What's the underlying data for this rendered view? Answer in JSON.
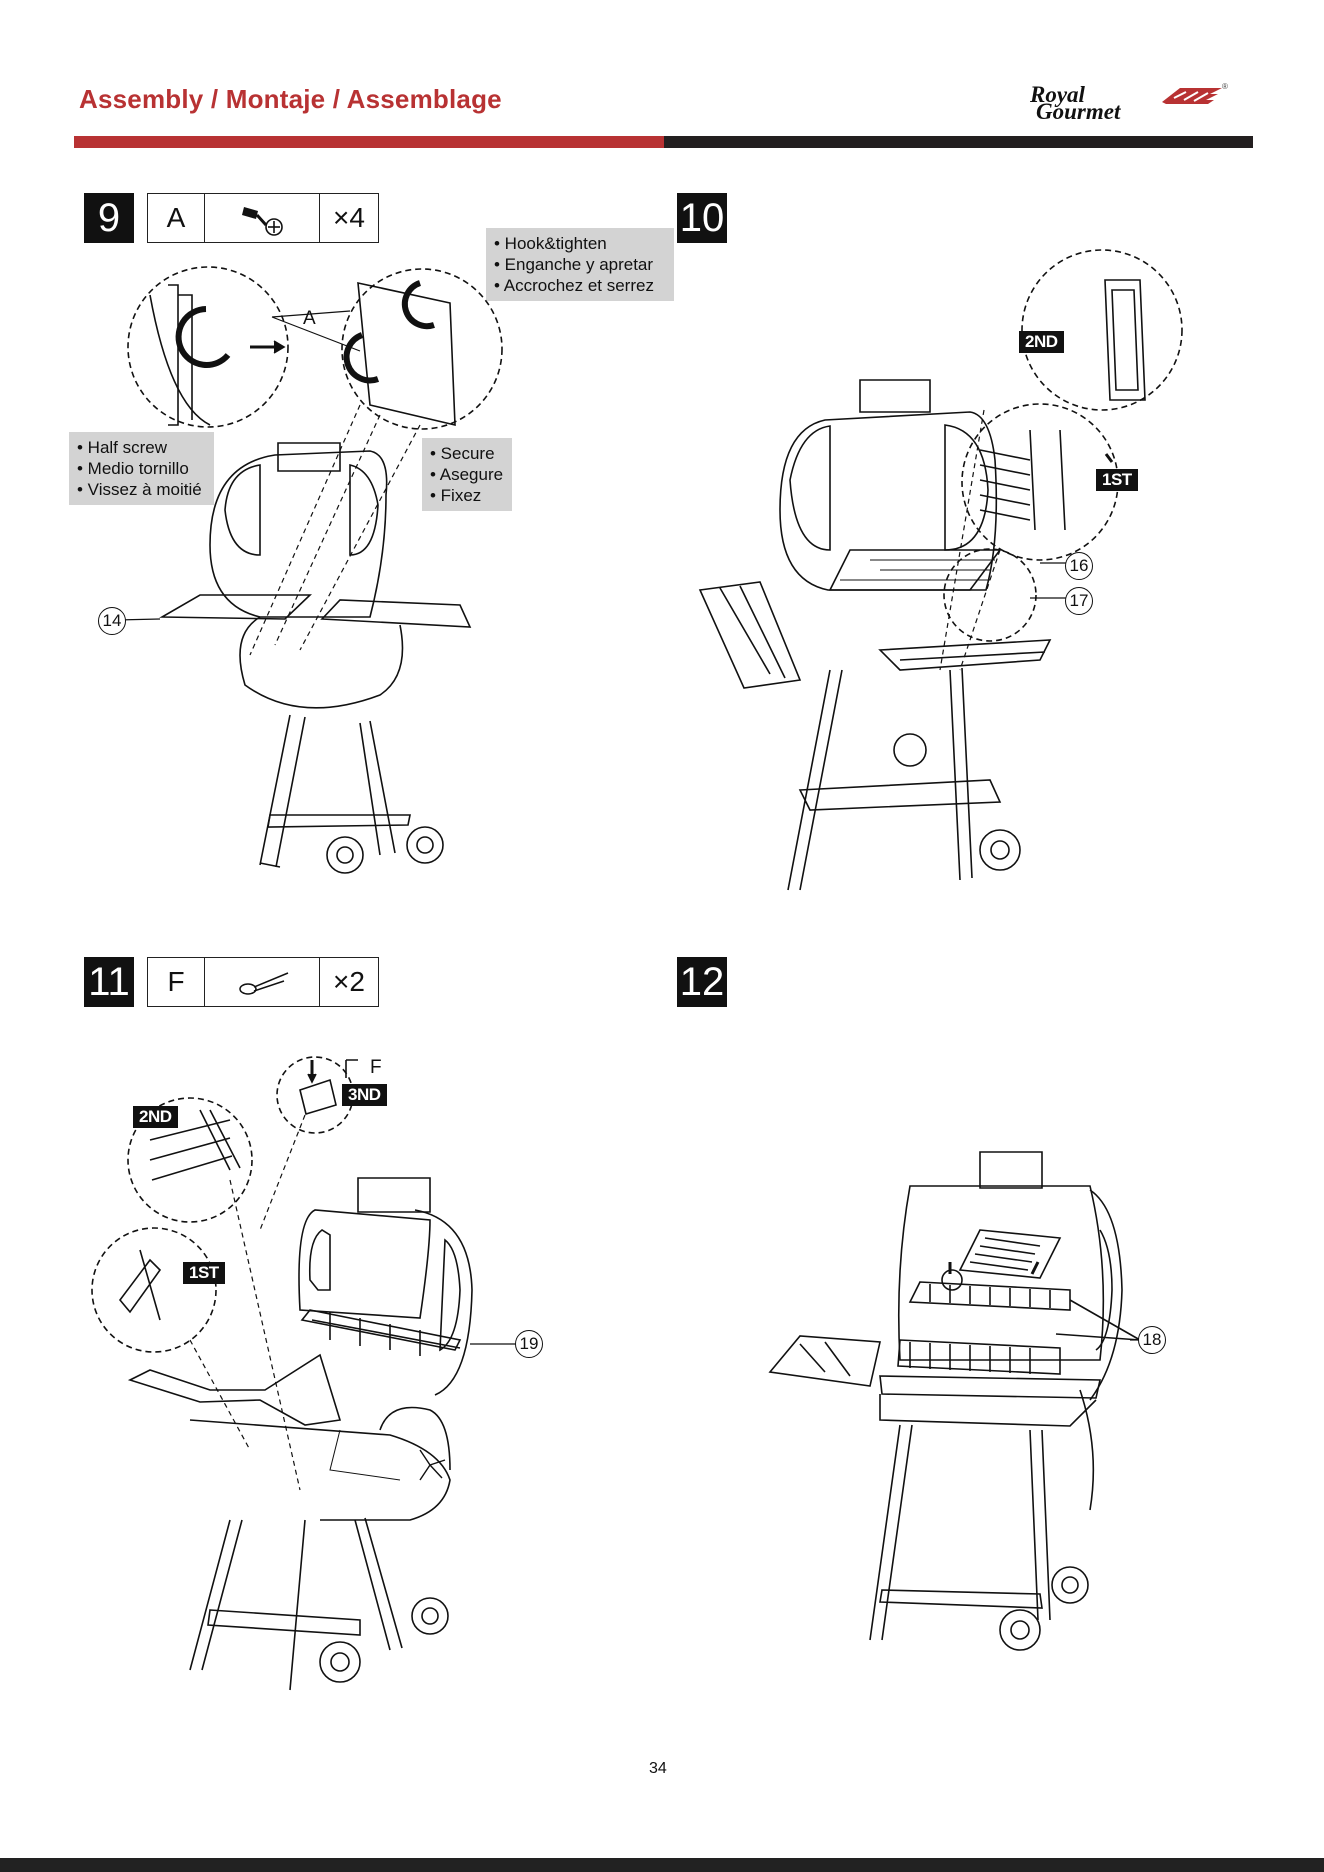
{
  "header": {
    "title": "Assembly / Montaje / Assemblage",
    "logo_line1": "Royal",
    "logo_line2": "Gourmet",
    "logo_reg": "®"
  },
  "colors": {
    "accent": "#b83233",
    "dark": "#231f20",
    "note_bg": "#d3d3d3"
  },
  "step9": {
    "number": "9",
    "part_letter": "A",
    "part_icon": "screw-icon",
    "quantity": "×4",
    "note_hook": [
      "• Hook&tighten",
      "• Enganche y apretar",
      "• Accrochez et serrez"
    ],
    "note_half": [
      "• Half screw",
      "• Medio tornillo",
      "• Vissez à moitié"
    ],
    "note_secure": [
      "• Secure",
      "• Asegure",
      "• Fixez"
    ],
    "label_a": "A",
    "callout": "14"
  },
  "step10": {
    "number": "10",
    "tag_2nd": "2ND",
    "tag_1st": "1ST",
    "callout_16": "16",
    "callout_17": "17"
  },
  "step11": {
    "number": "11",
    "part_letter": "F",
    "part_icon": "cotter-pin-icon",
    "quantity": "×2",
    "label_f": "F",
    "tag_3nd": "3ND",
    "tag_2nd": "2ND",
    "tag_1st": "1ST",
    "callout": "19"
  },
  "step12": {
    "number": "12",
    "callout": "18"
  },
  "footer": {
    "page_number": "34"
  }
}
